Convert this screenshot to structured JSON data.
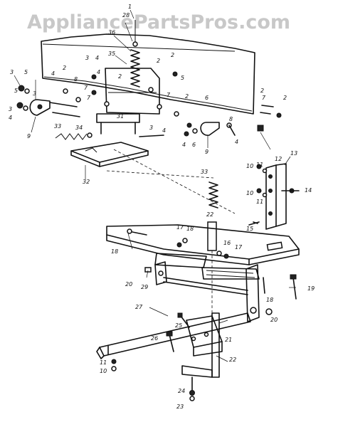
{
  "watermark": "AppliancePartsPros.com",
  "labels": {
    "l1": "1",
    "l28": "28",
    "l36": "36",
    "l35": "35",
    "l2a": "2",
    "l2b": "2",
    "l2c": "2",
    "l2d": "2",
    "l2e": "2",
    "l2f": "2",
    "l2g": "2",
    "l3a": "3",
    "l3b": "3",
    "l3c": "3",
    "l3d": "3",
    "l3e": "3",
    "l4a": "4",
    "l4b": "4",
    "l4c": "4",
    "l4d": "4",
    "l4e": "4",
    "l4f": "4",
    "l4g": "4",
    "l5a": "5",
    "l5b": "5",
    "l5c": "5",
    "l6a": "6",
    "l6b": "6",
    "l7a": "7",
    "l7b": "7",
    "l7c": "7",
    "l7d": "7",
    "l8a": "8",
    "l8b": "8",
    "l9a": "9",
    "l9b": "9",
    "l31": "31",
    "l33a": "33",
    "l34": "34",
    "l32": "32",
    "l10a": "10",
    "l11a": "11",
    "l10b": "10",
    "l11b": "11",
    "l12": "12",
    "l13": "13",
    "l14": "14",
    "l15": "15",
    "l33b": "33",
    "l22a": "22",
    "l17a": "17",
    "l18a": "18",
    "l18b": "18",
    "l16": "16",
    "l17b": "17",
    "l18c": "18",
    "l19": "19",
    "l20a": "20",
    "l20b": "20",
    "l29": "29",
    "l27": "27",
    "l25": "25",
    "l21": "21",
    "l26": "26",
    "l22b": "22",
    "l11c": "11",
    "l10c": "10",
    "l24": "24",
    "l23": "23"
  }
}
